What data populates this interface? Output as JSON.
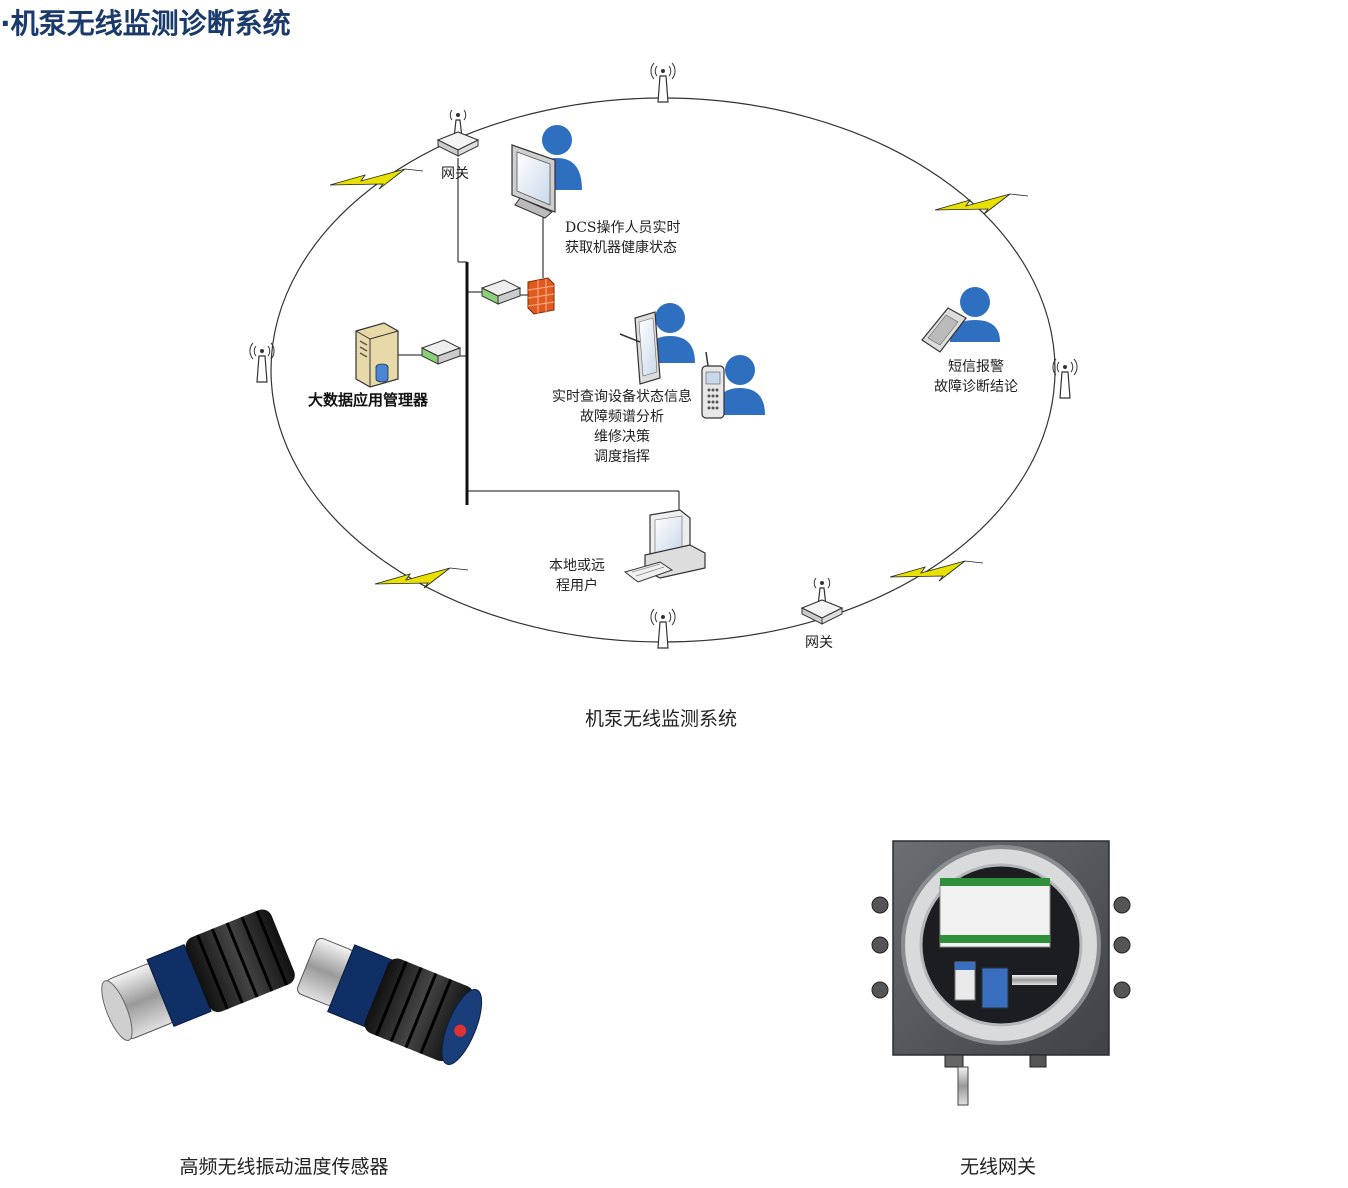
{
  "title": "·机泵无线监测诊断系统",
  "diagram": {
    "gateway_label_top": "网关",
    "gateway_label_bottom": "网关",
    "dcs_label": [
      "DCS操作人员实时",
      "获取机器健康状态"
    ],
    "bigdata_label": "大数据应用管理器",
    "query_label": [
      "实时查询设备状态信息",
      "故障频谱分析",
      "维修决策",
      "调度指挥"
    ],
    "sms_label": [
      "短信报警",
      "故障诊断结论"
    ],
    "user_label": [
      "本地或远",
      "程用户"
    ]
  },
  "captions": {
    "system": "机泵无线监测系统",
    "sensor": "高频无线振动温度传感器",
    "gateway": "无线网关"
  },
  "colors": {
    "title": "#1a3a6b",
    "bolt": "#e8e000",
    "person": "#2f6fc0",
    "firewall": "#e05a20"
  }
}
